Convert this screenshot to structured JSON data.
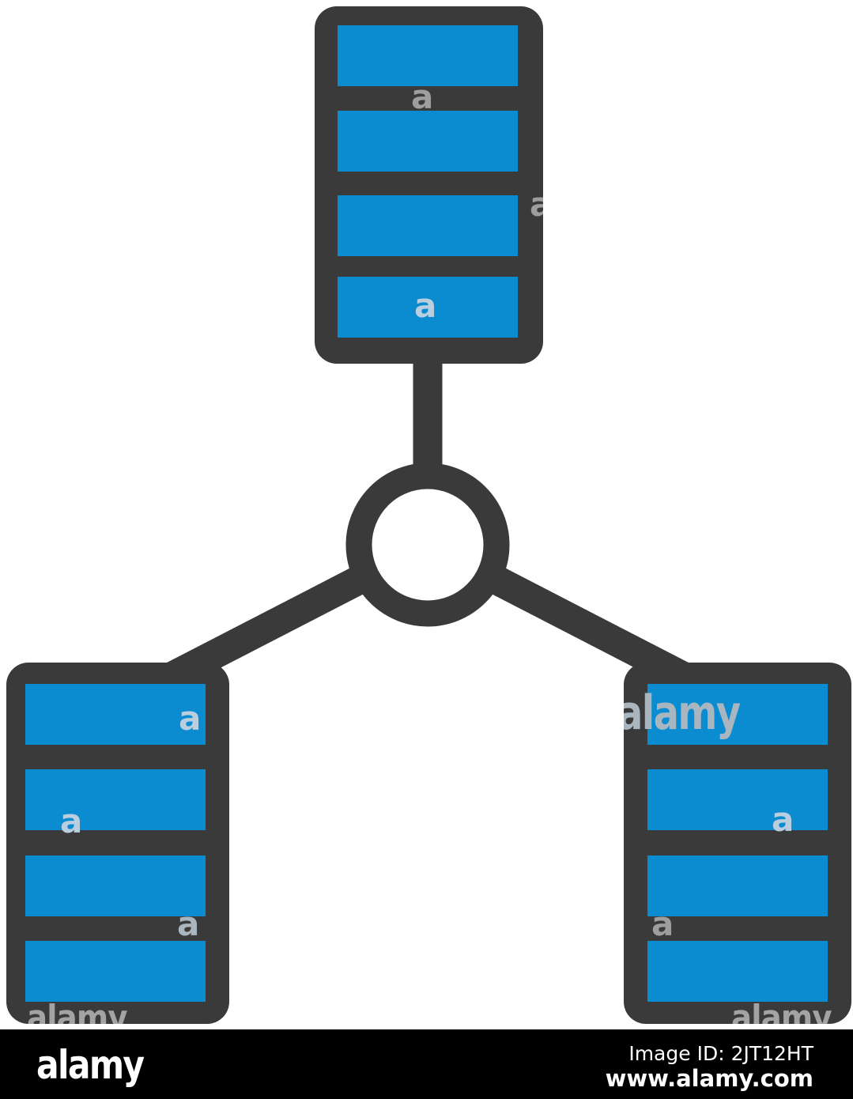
{
  "image": {
    "background_color": "#ffffff",
    "icon_outline_color": "#3a3a3a",
    "icon_fill_color": "#0b8bd0",
    "depicts": "database network icon: three server stacks connected to a central hub circle"
  },
  "watermarks": {
    "tile_letter": "a",
    "tile_word": "alamy",
    "color_on_dark": "#9e9e9e",
    "color_on_blue": "#b9cede"
  },
  "footer_bar": {
    "background_color": "#000000",
    "logo": "alamy",
    "image_id_label": "Image ID: 2JT12HT",
    "url": "www.alamy.com"
  }
}
